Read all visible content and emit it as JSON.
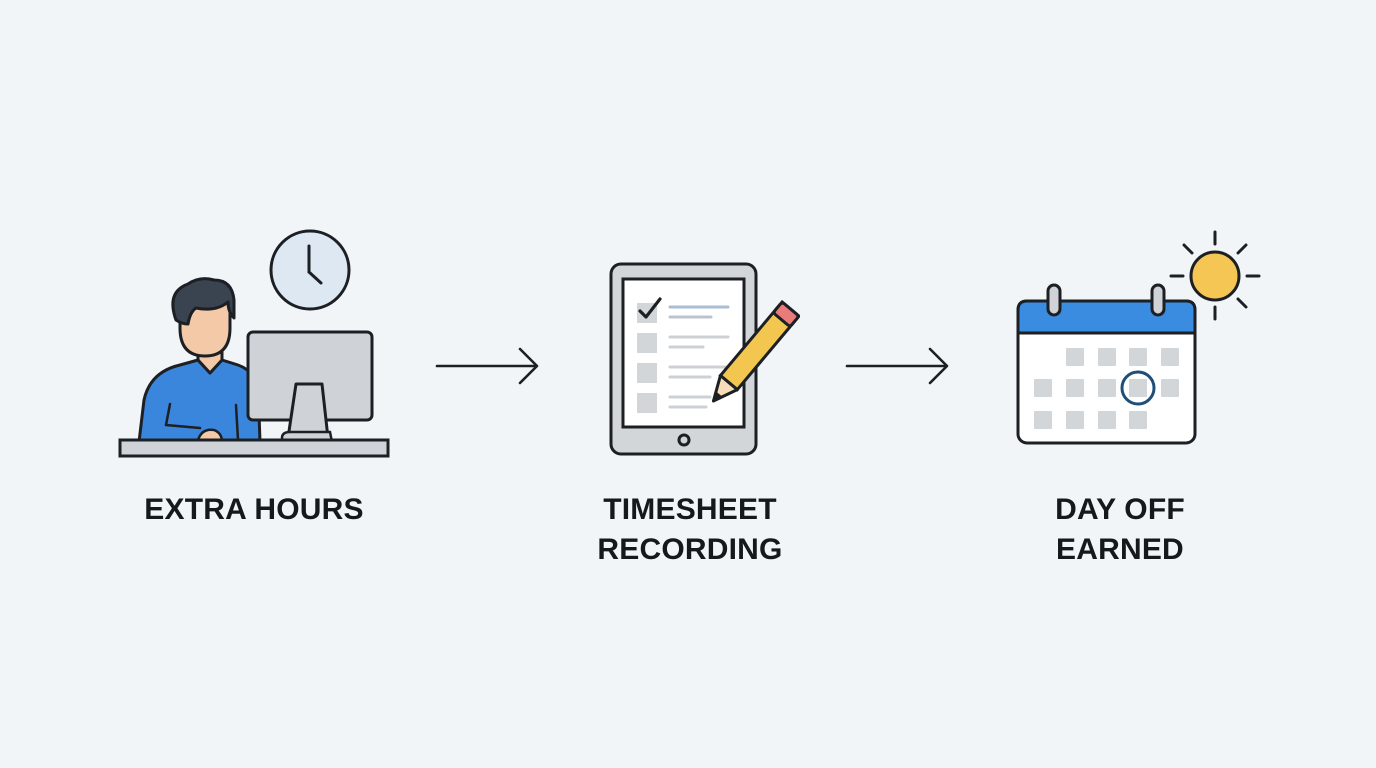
{
  "diagram": {
    "type": "process-flow",
    "steps": [
      {
        "id": "extra-hours",
        "label_lines": [
          "EXTRA HOURS"
        ],
        "icon": "person-at-computer-with-clock-icon"
      },
      {
        "id": "timesheet-recording",
        "label_lines": [
          "TIMESHEET",
          "RECORDING"
        ],
        "icon": "tablet-checklist-with-pencil-icon"
      },
      {
        "id": "day-off-earned",
        "label_lines": [
          "DAY OFF",
          "EARNED"
        ],
        "icon": "calendar-with-sun-icon"
      }
    ],
    "connectors": [
      {
        "from": "extra-hours",
        "to": "timesheet-recording",
        "icon": "arrow-right-icon"
      },
      {
        "from": "timesheet-recording",
        "to": "day-off-earned",
        "icon": "arrow-right-icon"
      }
    ]
  },
  "colors": {
    "background": "#f1f5f8",
    "outline": "#1c1f23",
    "shirt_blue": "#3a86dd",
    "calendar_header_blue": "#3a8ce0",
    "skin": "#f3c9a8",
    "hair": "#3a4350",
    "monitor_gray": "#cfd3d7",
    "clock_face": "#dde8f3",
    "sun_yellow": "#f6c654",
    "pencil_yellow": "#f3c64f",
    "pencil_eraser": "#ea7b7b",
    "checkbox_gray": "#d3d6d9",
    "highlight_ring": "#1f4e78",
    "label_text": "#16191c"
  }
}
